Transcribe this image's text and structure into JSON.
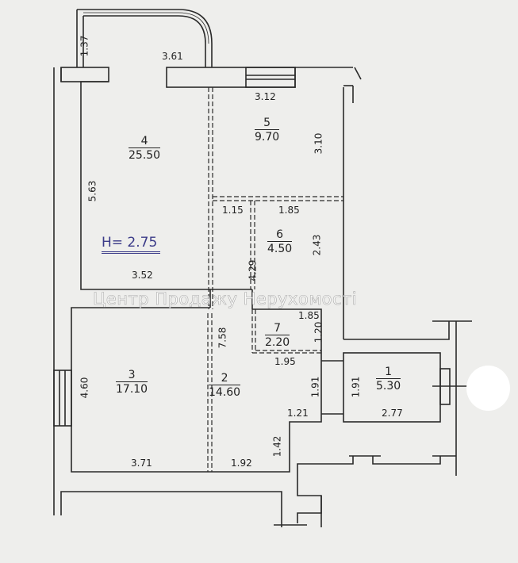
{
  "plan": {
    "ceiling_height": "H= 2.75",
    "watermark": "Центр Продажу Нерухомості",
    "rooms": [
      {
        "number": "1",
        "area": "5.30"
      },
      {
        "number": "2",
        "area": "14.60"
      },
      {
        "number": "3",
        "area": "17.10"
      },
      {
        "number": "4",
        "area": "25.50"
      },
      {
        "number": "5",
        "area": "9.70"
      },
      {
        "number": "6",
        "area": "4.50"
      },
      {
        "number": "7",
        "area": "2.20"
      }
    ],
    "dimensions": {
      "balcony_depth": "1.37",
      "balcony_width": "3.61",
      "r5_width": "3.12",
      "r5_depth": "3.10",
      "r4_depth": "5.63",
      "r4_width": "3.52",
      "r6_a": "1.15",
      "r6_b": "1.85",
      "r6_depth": "2.43",
      "hall_len": "4.29",
      "r7_width": "1.85",
      "r7_depth": "1.20",
      "r7_bottom": "1.95",
      "r2_len": "7.58",
      "r3_depth": "4.60",
      "r3_width": "3.71",
      "r2_right": "1.91",
      "r1_left": "1.91",
      "r2_notch": "1.21",
      "r2_bottom": "1.92",
      "r2_step": "1.42",
      "r1_width": "2.77"
    }
  }
}
